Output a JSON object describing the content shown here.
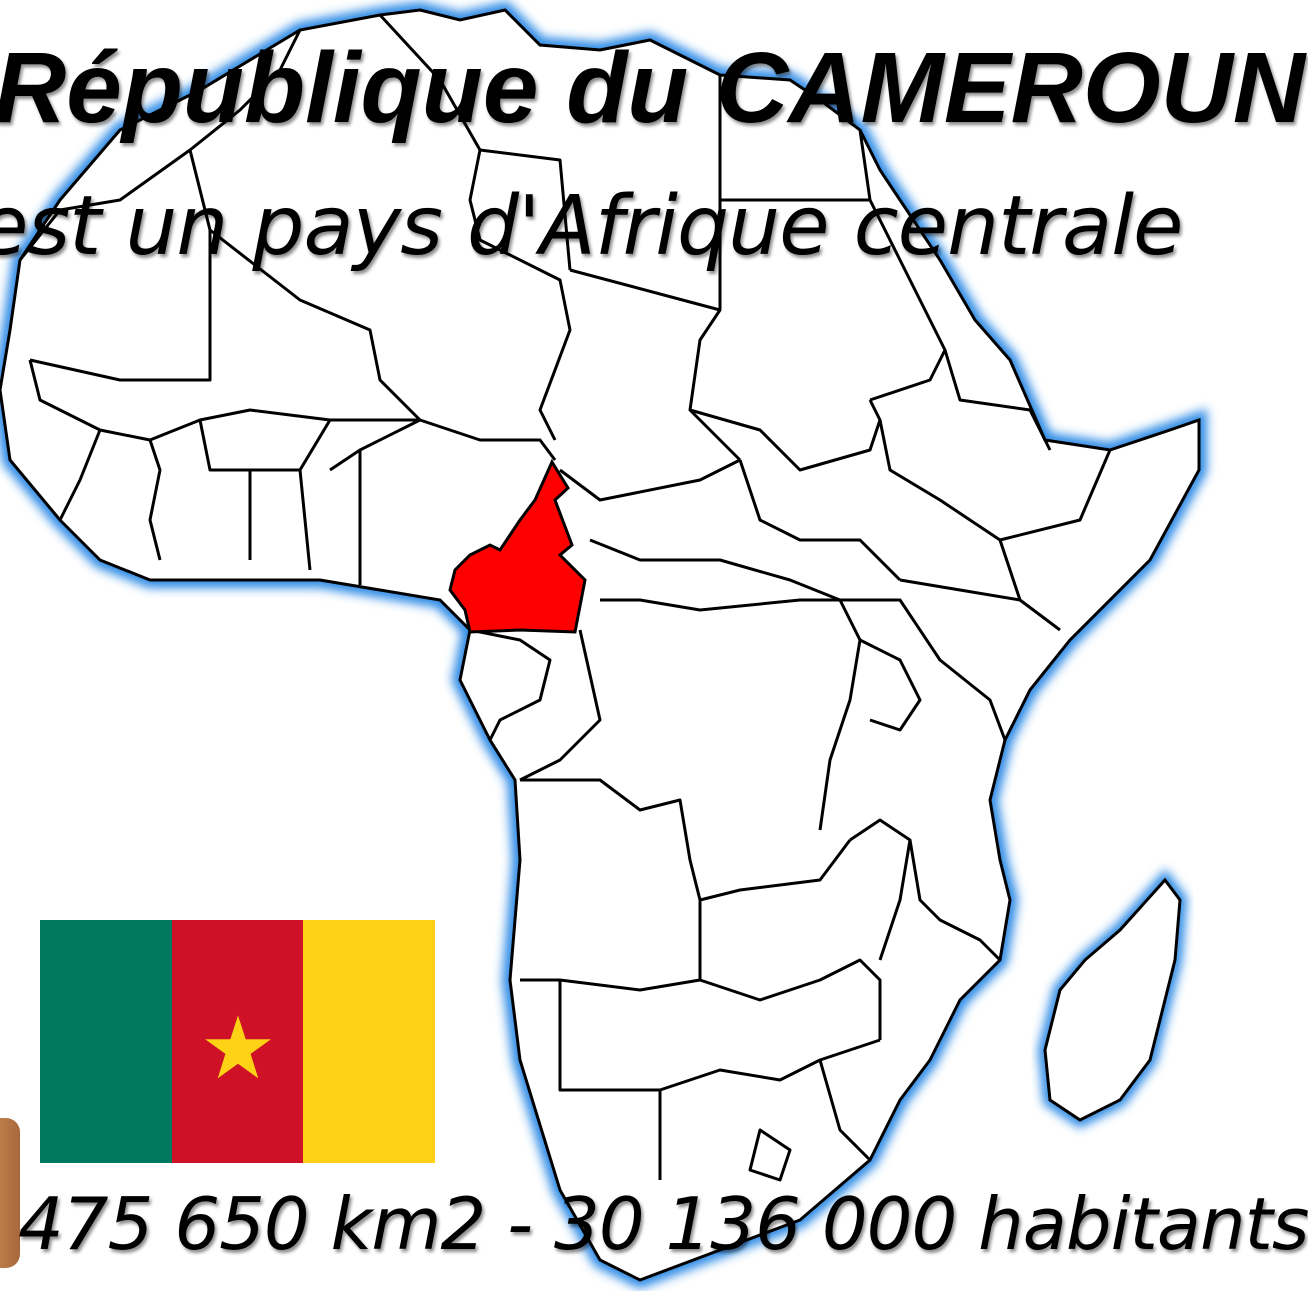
{
  "title": "République du CAMEROUN",
  "subtitle": "est un pays d'Afrique centrale",
  "stats": "475 650 km2 - 30 136 000 habitants",
  "colors": {
    "highlight": "#ff0000",
    "outline": "#000000",
    "coast_glow": "#2f8be6",
    "flag_green": "#007a5e",
    "flag_red": "#ce1126",
    "flag_yellow": "#fcd116"
  },
  "highlighted_country": "Cameroun",
  "flag_icon": "cameroon-flag-icon"
}
